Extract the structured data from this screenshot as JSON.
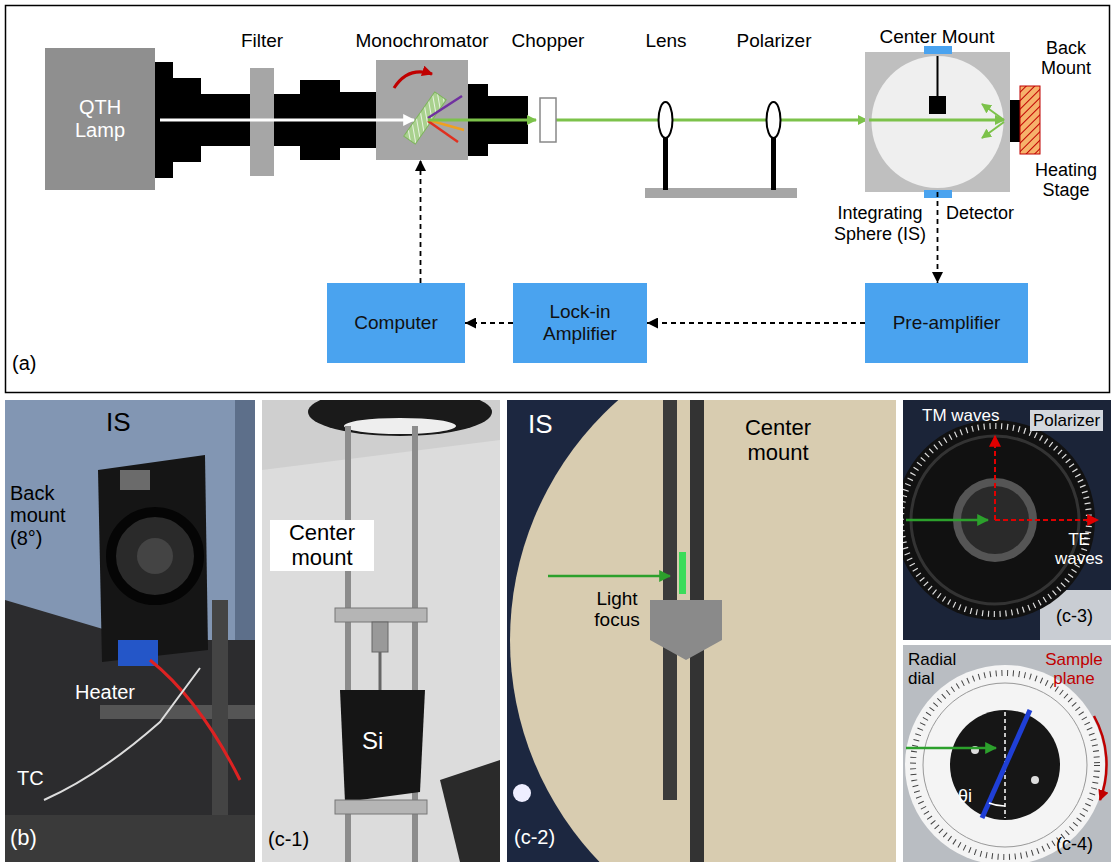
{
  "diagram": {
    "nodes": [
      {
        "text": [
          "QTH Lamp"
        ]
      },
      {
        "text": [
          "Filter"
        ]
      },
      {
        "text": [
          "Monochromator"
        ]
      },
      {
        "text": [
          "Chopper"
        ]
      },
      {
        "text": [
          "Lens"
        ]
      },
      {
        "text": [
          "Polarizer"
        ]
      },
      {
        "text": [
          "Integrating Sphere (IS)"
        ]
      },
      {
        "text": [
          "Pre-amplifier"
        ]
      },
      {
        "text": [
          "Lock-in Amplifier"
        ]
      },
      {
        "text": [
          "Computer"
        ]
      }
    ],
    "edges": [
      {
        "from": 6,
        "to": 7,
        "arrow": "to"
      },
      {
        "from": 7,
        "to": 8,
        "arrow": "to"
      },
      {
        "from": 8,
        "to": 9,
        "arrow": "to"
      },
      {
        "from": 9,
        "to": 2,
        "arrow": "to"
      }
    ],
    "labels": [
      "(a)",
      "Center Mount",
      "Back Mount",
      "Heating Stage",
      "Detector",
      "IS",
      "Back mount (8°)",
      "Heater",
      "TC",
      "(b)",
      "Center mount",
      "Si",
      "(c-1)",
      "IS",
      "Center mount",
      "Light focus",
      "(c-2)",
      "TM waves",
      "Polarizer",
      "TE waves",
      "(c-3)",
      "Radial dial",
      "Sample plane",
      "θi",
      "(c-4)"
    ]
  }
}
